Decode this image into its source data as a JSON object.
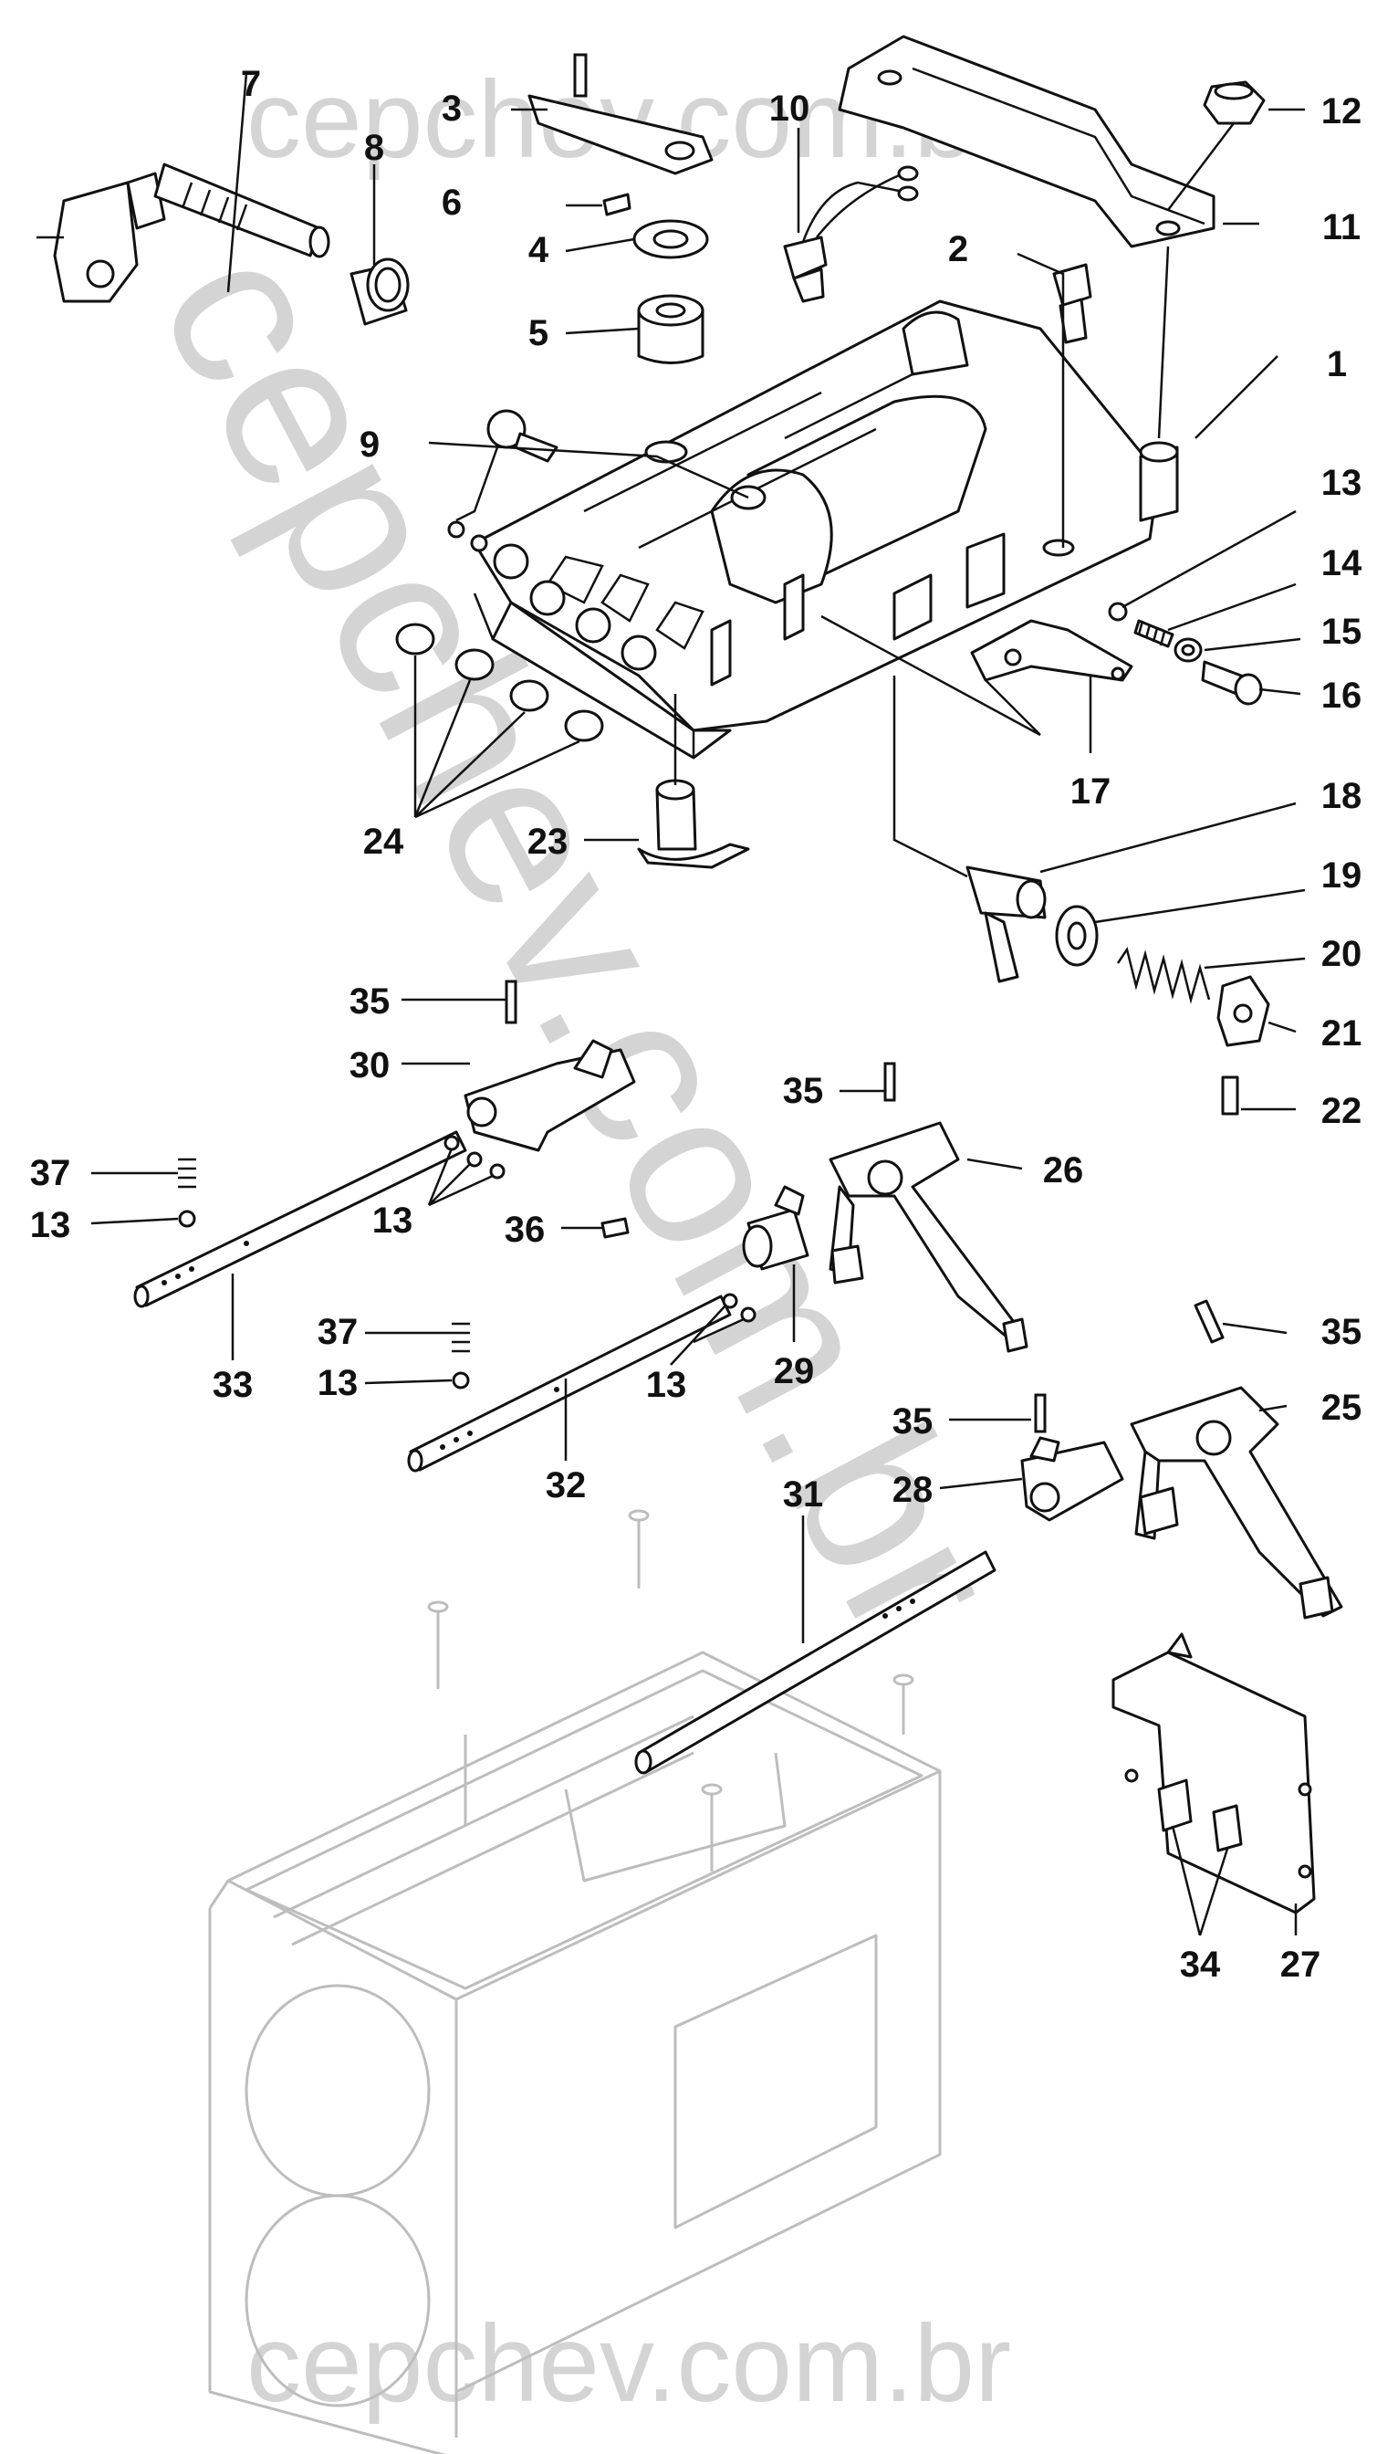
{
  "watermark": "cepchev.com.br",
  "colors": {
    "ink": "#111111",
    "watermark": "#d4d4d4",
    "housing_ghost": "#bdbdbd"
  },
  "callouts": [
    {
      "id": "c1",
      "text": "1"
    },
    {
      "id": "c2",
      "text": "2"
    },
    {
      "id": "c3",
      "text": "3"
    },
    {
      "id": "c4",
      "text": "4"
    },
    {
      "id": "c5",
      "text": "5"
    },
    {
      "id": "c6",
      "text": "6"
    },
    {
      "id": "c7",
      "text": "7"
    },
    {
      "id": "c8",
      "text": "8"
    },
    {
      "id": "c9",
      "text": "9"
    },
    {
      "id": "c10",
      "text": "10"
    },
    {
      "id": "c11",
      "text": "11"
    },
    {
      "id": "c12",
      "text": "12"
    },
    {
      "id": "c13a",
      "text": "13"
    },
    {
      "id": "c14",
      "text": "14"
    },
    {
      "id": "c15",
      "text": "15"
    },
    {
      "id": "c16",
      "text": "16"
    },
    {
      "id": "c17",
      "text": "17"
    },
    {
      "id": "c18",
      "text": "18"
    },
    {
      "id": "c19",
      "text": "19"
    },
    {
      "id": "c20",
      "text": "20"
    },
    {
      "id": "c21",
      "text": "21"
    },
    {
      "id": "c22",
      "text": "22"
    },
    {
      "id": "c23",
      "text": "23"
    },
    {
      "id": "c24",
      "text": "24"
    },
    {
      "id": "c35a",
      "text": "35"
    },
    {
      "id": "c30",
      "text": "30"
    },
    {
      "id": "c35b",
      "text": "35"
    },
    {
      "id": "c26",
      "text": "26"
    },
    {
      "id": "c37a",
      "text": "37"
    },
    {
      "id": "c13b",
      "text": "13"
    },
    {
      "id": "c13c",
      "text": "13"
    },
    {
      "id": "c36",
      "text": "36"
    },
    {
      "id": "c33",
      "text": "33"
    },
    {
      "id": "c37b",
      "text": "37"
    },
    {
      "id": "c13d",
      "text": "13"
    },
    {
      "id": "c13e",
      "text": "13"
    },
    {
      "id": "c29",
      "text": "29"
    },
    {
      "id": "c32",
      "text": "32"
    },
    {
      "id": "c35c",
      "text": "35"
    },
    {
      "id": "c25",
      "text": "25"
    },
    {
      "id": "c35d",
      "text": "35"
    },
    {
      "id": "c28",
      "text": "28"
    },
    {
      "id": "c31",
      "text": "31"
    },
    {
      "id": "c34",
      "text": "34"
    },
    {
      "id": "c27",
      "text": "27"
    }
  ]
}
